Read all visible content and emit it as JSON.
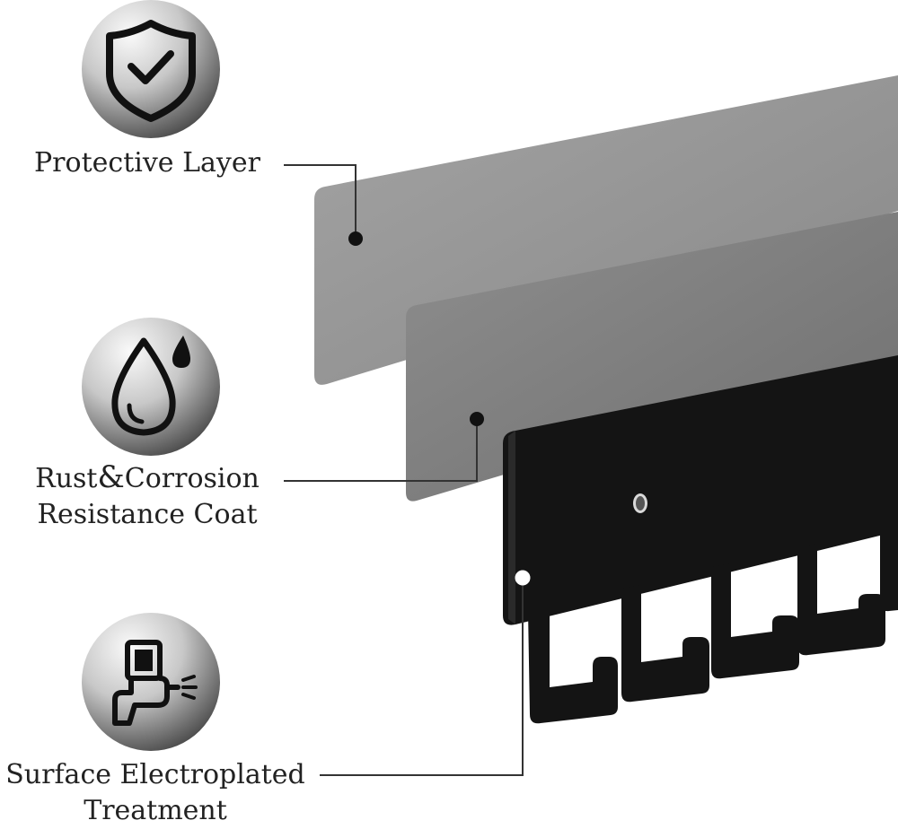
{
  "features": [
    {
      "id": "protective",
      "icon": "shield-check-icon",
      "lines": [
        "Protective Layer"
      ]
    },
    {
      "id": "rust",
      "icon": "water-drop-icon",
      "line1_a": "Rust",
      "line1_amp": "&",
      "line1_b": "Corrosion",
      "line2": "Resistance Coat"
    },
    {
      "id": "surface",
      "icon": "spray-gun-icon",
      "lines": [
        "Surface Electroplated",
        "Treatment"
      ]
    }
  ],
  "colors": {
    "layer_light": "#8f8f8f",
    "layer_mid": "#7a7a7a",
    "rack": "#141414",
    "leader": "#333333",
    "icon_bg_top": "#f2f2f2",
    "icon_bg_bottom": "#4a4a4a"
  }
}
